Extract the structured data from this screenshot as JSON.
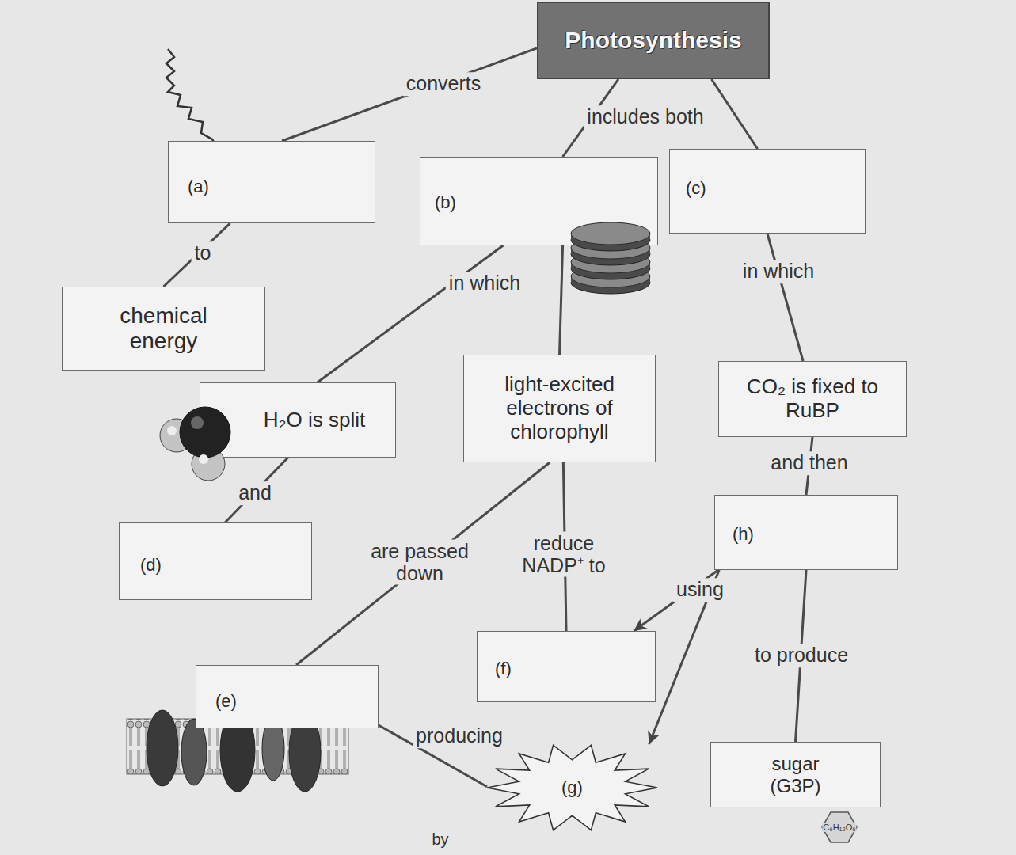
{
  "diagram": {
    "nodes": [
      {
        "text": [
          "Photosynthesis"
        ]
      },
      {
        "text": [
          "(a)"
        ]
      },
      {
        "text": [
          "(b)"
        ]
      },
      {
        "text": [
          "(c)"
        ]
      },
      {
        "text": [
          "chemical energy"
        ]
      },
      {
        "text": [
          "H₂O is split"
        ]
      },
      {
        "text": [
          "light-excited electrons of chlorophyll"
        ]
      },
      {
        "text": [
          "CO₂ is fixed to RuBP"
        ]
      },
      {
        "text": [
          "(d)"
        ]
      },
      {
        "text": [
          "(h)"
        ]
      },
      {
        "text": [
          "(f)"
        ]
      },
      {
        "text": [
          "(e)"
        ]
      },
      {
        "text": [
          "sugar (G3P)"
        ]
      },
      {
        "text": [
          "(g)"
        ]
      }
    ],
    "edges": [
      {
        "from": 0,
        "to": 1,
        "arrow": "none",
        "label": "converts"
      },
      {
        "from": 1,
        "to": 4,
        "arrow": "none",
        "label": "to"
      },
      {
        "from": 0,
        "to": 2,
        "arrow": "none"
      },
      {
        "from": 0,
        "to": 3,
        "arrow": "none"
      },
      {
        "from": 2,
        "to": 5,
        "arrow": "none",
        "label": "in which"
      },
      {
        "from": 2,
        "to": 6,
        "arrow": "none"
      },
      {
        "from": 3,
        "to": 7,
        "arrow": "none",
        "label": "in which"
      },
      {
        "from": 5,
        "to": 8,
        "arrow": "none",
        "label": "and"
      },
      {
        "from": 6,
        "to": 11,
        "arrow": "none",
        "label": "are passed down"
      },
      {
        "from": 6,
        "to": 10,
        "arrow": "none",
        "label": "reduce NADP⁺ to"
      },
      {
        "from": 7,
        "to": 9,
        "arrow": "none",
        "label": "and then"
      },
      {
        "from": 9,
        "to": 10,
        "arrow": "to",
        "label": "using"
      },
      {
        "from": 9,
        "to": 13,
        "arrow": "to"
      },
      {
        "from": 9,
        "to": 12,
        "arrow": "none",
        "label": "to produce"
      },
      {
        "from": 11,
        "to": 13,
        "arrow": "none",
        "label": "producing"
      }
    ],
    "labels": [
      "includes both",
      "by",
      "C₆H₁₂O₆"
    ]
  }
}
